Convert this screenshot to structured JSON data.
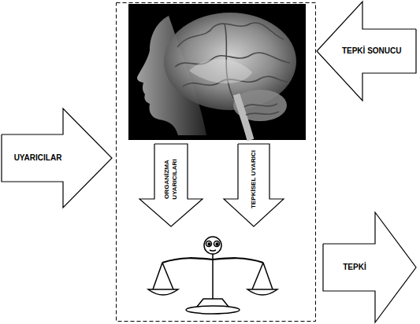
{
  "diagram": {
    "nodes": [
      {
        "text": [
          "UYARICILAR"
        ]
      },
      {
        "text": [
          "ORGANİZMA UYARICILARI"
        ]
      },
      {
        "text": [
          "TEPKİSEL UYARICI"
        ]
      },
      {
        "text": [
          "TEPKİ SONUCU"
        ]
      },
      {
        "text": [
          "TEPKİ"
        ]
      }
    ]
  }
}
